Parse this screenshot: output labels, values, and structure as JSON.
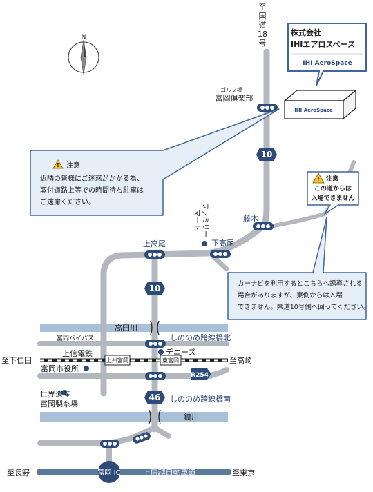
{
  "compass": {
    "label": "N"
  },
  "company": {
    "name_line1": "株式会社",
    "name_line2": "IHIエアロスペース",
    "logo_text": "IHI AeroSpace",
    "building_logo": "IHI AeroSpace"
  },
  "routes": {
    "route18_label": "至国道18号",
    "route10_label": "10",
    "route46_label": "46",
    "r254_label": "R254"
  },
  "places": {
    "golf_small": "ゴルフ場",
    "golf_name": "富岡倶楽部",
    "familymart_line1": "ファミリー",
    "familymart_line2": "マート",
    "fujiki": "藤木",
    "kamitakao": "上高尾",
    "shimotakao": "下高尾",
    "takatagawa": "高田川",
    "tomioka_bypass": "富岡バイパス",
    "shinonome_north": "しののめ跨線橋北",
    "jyoshin_railway": "上信電鉄",
    "dennys": "デニーズ",
    "to_shimonita": "至下仁田",
    "joshu_tomioka": "上州富岡",
    "higashi_tomioka": "東富岡",
    "to_takasaki": "至高崎",
    "city_hall": "富岡市役所",
    "world_heritage": "世界遺産",
    "silk_mill": "富岡製糸場",
    "shinonome_south": "しののめ跨線橋南",
    "kaburagawa": "鏑川",
    "to_nagano": "至長野",
    "tomioka_ic": "富岡 IC",
    "expressway": "上信越自動車道",
    "to_tokyo": "至東京"
  },
  "callouts": {
    "parking": {
      "title": "注意",
      "line1": "近隣の皆様にご迷惑がかかる為、",
      "line2": "取付道路上等での時間待ち駐車は",
      "line3": "ご遠慮ください。"
    },
    "no_entry": {
      "title": "注意",
      "line1": "この道からは",
      "line2": "入場できません"
    },
    "navi": {
      "line1": "カーナビを利用するとこちらへ誘導される",
      "line2": "場合がありますが、東側からは入場",
      "line3": "できません。県道10号側へ回ってください。"
    }
  },
  "colors": {
    "road": "#b4b8be",
    "river": "#a9c1d8",
    "route_sign": "#2c4a7a",
    "callout_bg": "#e6eef8",
    "callout_border": "#3f6797",
    "warning": "#f2c230"
  }
}
